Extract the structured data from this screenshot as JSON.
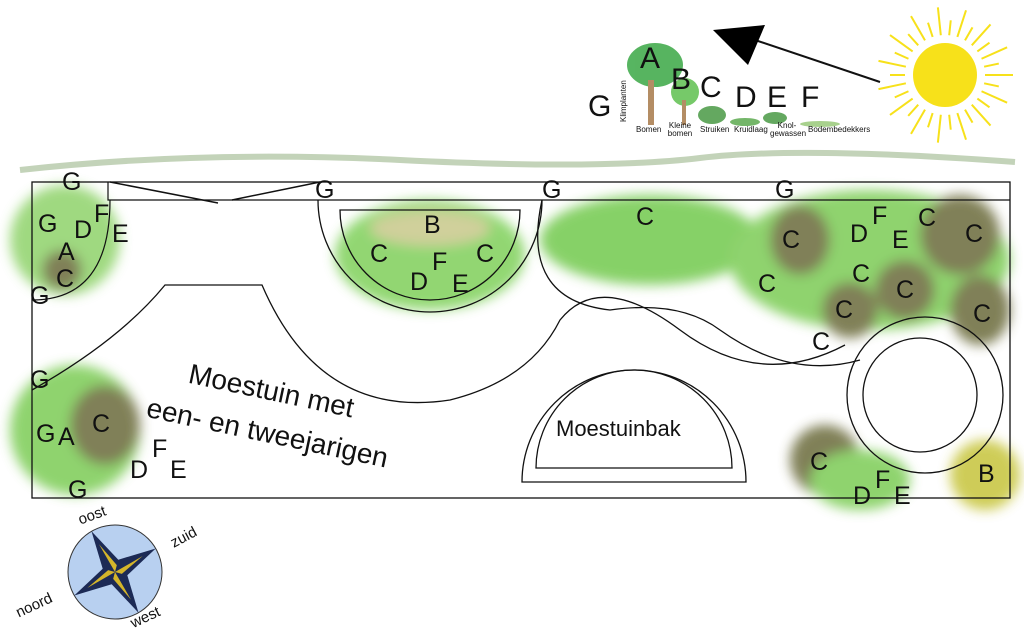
{
  "title_lines": [
    "Moestuin met",
    "een- en tweejarigen"
  ],
  "bed_label": "Moestuinbak",
  "legend": [
    {
      "letter": "A",
      "label": "Bomen"
    },
    {
      "letter": "B",
      "label": "Kleine bomen"
    },
    {
      "letter": "C",
      "label": "Struiken"
    },
    {
      "letter": "D",
      "label": "Kruidlaag"
    },
    {
      "letter": "E",
      "label": "Knol-gewassen"
    },
    {
      "letter": "F",
      "label": "Bodembedekkers"
    },
    {
      "letter": "G",
      "label": "Klimplanten"
    }
  ],
  "compass": {
    "north": "noord",
    "east": "oost",
    "south": "zuid",
    "west": "west"
  },
  "markers": [
    "G",
    "G",
    "F",
    "D",
    "E",
    "A",
    "C",
    "G",
    "G",
    "G",
    "A",
    "C",
    "F",
    "D",
    "E",
    "G",
    "G",
    "B",
    "C",
    "D",
    "F",
    "E",
    "C",
    "G",
    "C",
    "G",
    "C",
    "D",
    "F",
    "E",
    "C",
    "C",
    "C",
    "C",
    "C",
    "C",
    "C",
    "C",
    "C",
    "D",
    "F",
    "E",
    "B"
  ],
  "colors": {
    "sun": "#f7e11a",
    "compass_face": "#b8d0f0",
    "compass_star": "#1c2a55",
    "compass_gold": "#d4b52a",
    "foliage": "#6cc24a",
    "foliage_dark": "#6b6a3a"
  }
}
